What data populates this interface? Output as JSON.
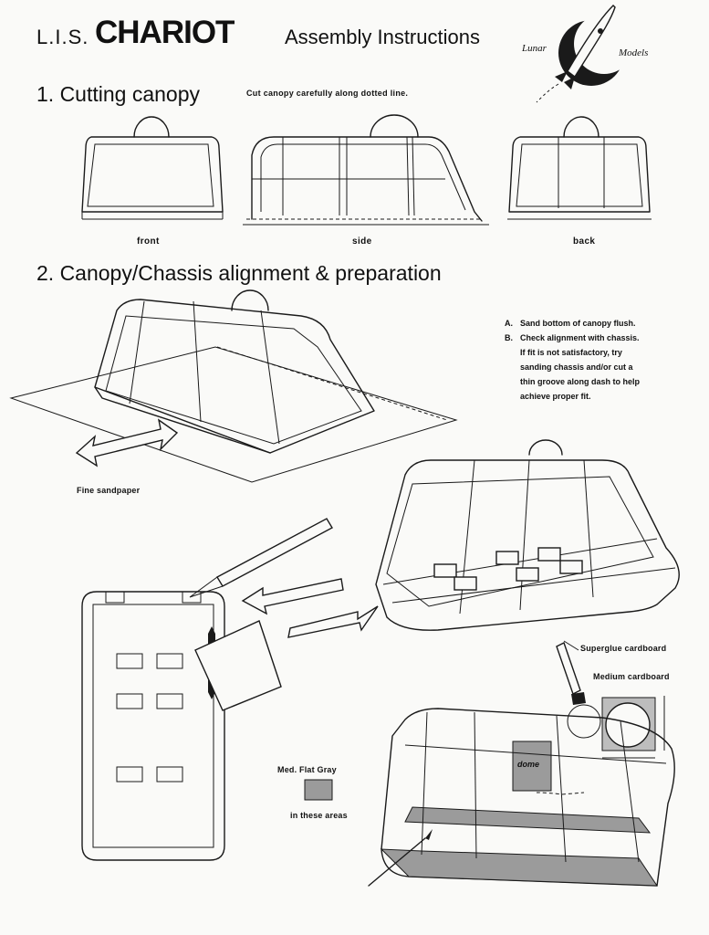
{
  "header": {
    "prefix": "L.I.S.",
    "title": "CHARIOT",
    "suffix": "Assembly Instructions",
    "logo_word_left": "Lunar",
    "logo_word_right": "Models",
    "logo_icon": "rocket-moon-icon"
  },
  "section1": {
    "heading": "1. Cutting canopy",
    "note": "Cut canopy carefully along dotted line.",
    "views": [
      "front",
      "side",
      "back"
    ]
  },
  "section2": {
    "heading": "2. Canopy/Chassis alignment & preparation",
    "steps": [
      {
        "letter": "A.",
        "lines": [
          "Sand bottom of canopy flush."
        ]
      },
      {
        "letter": "B.",
        "lines": [
          "Check alignment with chassis.",
          "If fit is not satisfactory, try",
          "sanding chassis and/or cut a",
          "thin groove along dash to help",
          "achieve proper fit."
        ]
      }
    ],
    "sandpaper_label": "Fine sandpaper",
    "superglue_label": "Superglue cardboard",
    "cardboard_label": "Medium cardboard",
    "dome_label": "dome",
    "paint_label_top": "Med. Flat Gray",
    "paint_label_bottom": "in these areas",
    "paint_color": "#9b9b9b"
  }
}
